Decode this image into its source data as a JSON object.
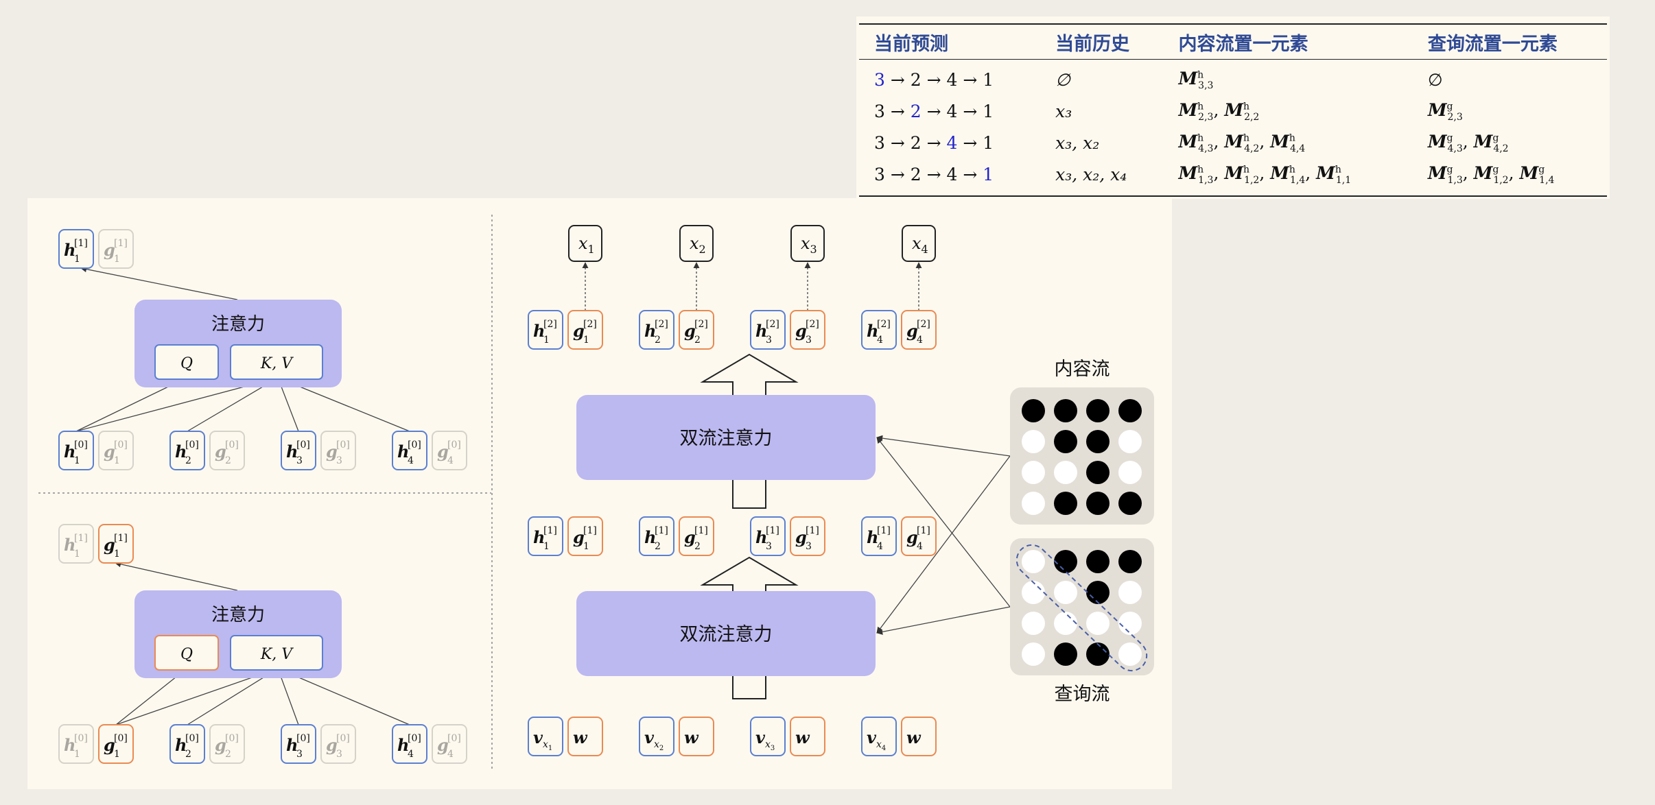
{
  "table": {
    "headers": [
      "当前预测",
      "当前历史",
      "内容流置一元素",
      "查询流置一元素"
    ],
    "rows": [
      {
        "order": [
          "3",
          "2",
          "4",
          "1"
        ],
        "highlight": 0,
        "history": "∅",
        "content": "M^h_{3,3}",
        "query": "∅"
      },
      {
        "order": [
          "3",
          "2",
          "4",
          "1"
        ],
        "highlight": 1,
        "history": "x₃",
        "content": "M^h_{2,3}, M^h_{2,2}",
        "query": "M^g_{2,3}"
      },
      {
        "order": [
          "3",
          "2",
          "4",
          "1"
        ],
        "highlight": 2,
        "history": "x₃, x₂",
        "content": "M^h_{4,3}, M^h_{4,2}, M^h_{4,4}",
        "query": "M^g_{4,3}, M^g_{4,2}"
      },
      {
        "order": [
          "3",
          "2",
          "4",
          "1"
        ],
        "highlight": 3,
        "history": "x₃, x₂, x₄",
        "content": "M^h_{1,3}, M^h_{1,2}, M^h_{1,4}, M^h_{1,1}",
        "query": "M^g_{1,3}, M^g_{1,2}, M^g_{1,4}"
      }
    ]
  },
  "left": {
    "attention_label": "注意力",
    "q_label": "Q",
    "kv_label": "K, V",
    "top_outputs": [
      [
        "h",
        "1",
        "[1]",
        "active"
      ],
      [
        "g",
        "1",
        "[1]",
        "dim"
      ]
    ],
    "bottom_outputs": [
      [
        "h",
        "1",
        "[1]",
        "dim"
      ],
      [
        "g",
        "1",
        "[1]",
        "active"
      ]
    ],
    "top_inputs": [
      [
        [
          "h",
          "1",
          "[0]",
          "active"
        ],
        [
          "g",
          "1",
          "[0]",
          "dim"
        ]
      ],
      [
        [
          "h",
          "2",
          "[0]",
          "active"
        ],
        [
          "g",
          "2",
          "[0]",
          "dim"
        ]
      ],
      [
        [
          "h",
          "3",
          "[0]",
          "active"
        ],
        [
          "g",
          "3",
          "[0]",
          "dim"
        ]
      ],
      [
        [
          "h",
          "4",
          "[0]",
          "active"
        ],
        [
          "g",
          "4",
          "[0]",
          "dim"
        ]
      ]
    ],
    "bottom_inputs": [
      [
        [
          "h",
          "1",
          "[0]",
          "dim"
        ],
        [
          "g",
          "1",
          "[0]",
          "active"
        ]
      ],
      [
        [
          "h",
          "2",
          "[0]",
          "active"
        ],
        [
          "g",
          "2",
          "[0]",
          "dim"
        ]
      ],
      [
        [
          "h",
          "3",
          "[0]",
          "active"
        ],
        [
          "g",
          "3",
          "[0]",
          "dim"
        ]
      ],
      [
        [
          "h",
          "4",
          "[0]",
          "active"
        ],
        [
          "g",
          "4",
          "[0]",
          "dim"
        ]
      ]
    ]
  },
  "right": {
    "outputs": [
      [
        "x",
        "1"
      ],
      [
        "x",
        "2"
      ],
      [
        "x",
        "3"
      ],
      [
        "x",
        "4"
      ]
    ],
    "layer2": [
      [
        [
          "h",
          "1",
          "[2]"
        ],
        [
          "g",
          "1",
          "[2]"
        ]
      ],
      [
        [
          "h",
          "2",
          "[2]"
        ],
        [
          "g",
          "2",
          "[2]"
        ]
      ],
      [
        [
          "h",
          "3",
          "[2]"
        ],
        [
          "g",
          "3",
          "[2]"
        ]
      ],
      [
        [
          "h",
          "4",
          "[2]"
        ],
        [
          "g",
          "4",
          "[2]"
        ]
      ]
    ],
    "layer1": [
      [
        [
          "h",
          "1",
          "[1]"
        ],
        [
          "g",
          "1",
          "[1]"
        ]
      ],
      [
        [
          "h",
          "2",
          "[1]"
        ],
        [
          "g",
          "2",
          "[1]"
        ]
      ],
      [
        [
          "h",
          "3",
          "[1]"
        ],
        [
          "g",
          "3",
          "[1]"
        ]
      ],
      [
        [
          "h",
          "4",
          "[1]"
        ],
        [
          "g",
          "4",
          "[1]"
        ]
      ]
    ],
    "inputs": [
      [
        [
          "v",
          "x1"
        ],
        [
          "w",
          ""
        ]
      ],
      [
        [
          "v",
          "x2"
        ],
        [
          "w",
          ""
        ]
      ],
      [
        [
          "v",
          "x3"
        ],
        [
          "w",
          ""
        ]
      ],
      [
        [
          "v",
          "x4"
        ],
        [
          "w",
          ""
        ]
      ]
    ],
    "two_stream_label": "双流注意力",
    "content_stream_label": "内容流",
    "query_stream_label": "查询流",
    "content_mask": [
      [
        1,
        1,
        1,
        1
      ],
      [
        0,
        1,
        1,
        0
      ],
      [
        0,
        0,
        1,
        0
      ],
      [
        0,
        1,
        1,
        1
      ]
    ],
    "query_mask": [
      [
        0,
        1,
        1,
        1
      ],
      [
        0,
        0,
        1,
        0
      ],
      [
        0,
        0,
        0,
        0
      ],
      [
        0,
        1,
        1,
        0
      ]
    ]
  },
  "colors": {
    "h_border": "#5b7fd0",
    "g_border": "#ea8a52",
    "dim_border": "#d5d2ca",
    "dim_text": "#a9a6a0",
    "attention_fill": "#bcb8f0",
    "mask_bg": "#e3dfd7",
    "highlight": "#2323c8",
    "header": "#2f4a95"
  }
}
